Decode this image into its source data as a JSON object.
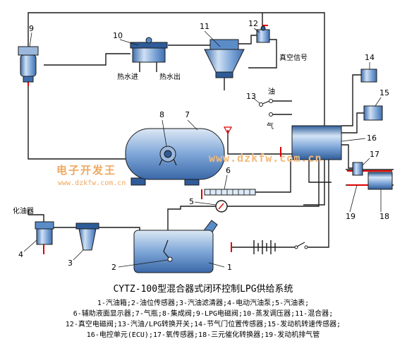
{
  "labels": {
    "n1": "1",
    "n2": "2",
    "n3": "3",
    "n4": "4",
    "n5": "5",
    "n6": "6",
    "n7": "7",
    "n8": "8",
    "n9": "9",
    "n10": "10",
    "n11": "11",
    "n12": "12",
    "n13": "13",
    "n14": "14",
    "n15": "15",
    "n16": "16",
    "n17": "17",
    "n18": "18",
    "n19": "19"
  },
  "annotations": {
    "hot_water_in": "热水进",
    "hot_water_out": "热水出",
    "vacuum_signal": "真空信号",
    "oil": "油",
    "gas": "气",
    "carburetor": "化油器"
  },
  "watermark": {
    "brand": "电子开发王",
    "url_small": "www.dzkfw.com.cn",
    "url_large": "www.dzkfw.com.cn"
  },
  "title": "CYTZ-100型混合器式闭环控制LPG供给系统",
  "legend": [
    "1-汽油箱;2-油位传感器;3-汽油滤清器;4-电动汽油泵;5-汽油表;",
    "6-辅助液面显示器;7-气瓶;8-集成阀;9-LPG电磁阀;10-蒸发调压器;11-混合器;",
    "12-真空电磁阀;13-汽油/LPG转换开关;14-节气门位置传感器;15-发动机转速传感器;",
    "16-电控单元(ECU);17-氧传感器;18-三元催化转换器;19-发动机排气管"
  ],
  "colors": {
    "component_fill": "#5a8cc8",
    "component_light": "#c8dcf2",
    "wire_red": "#e00000",
    "watermark": "#f0a860"
  }
}
